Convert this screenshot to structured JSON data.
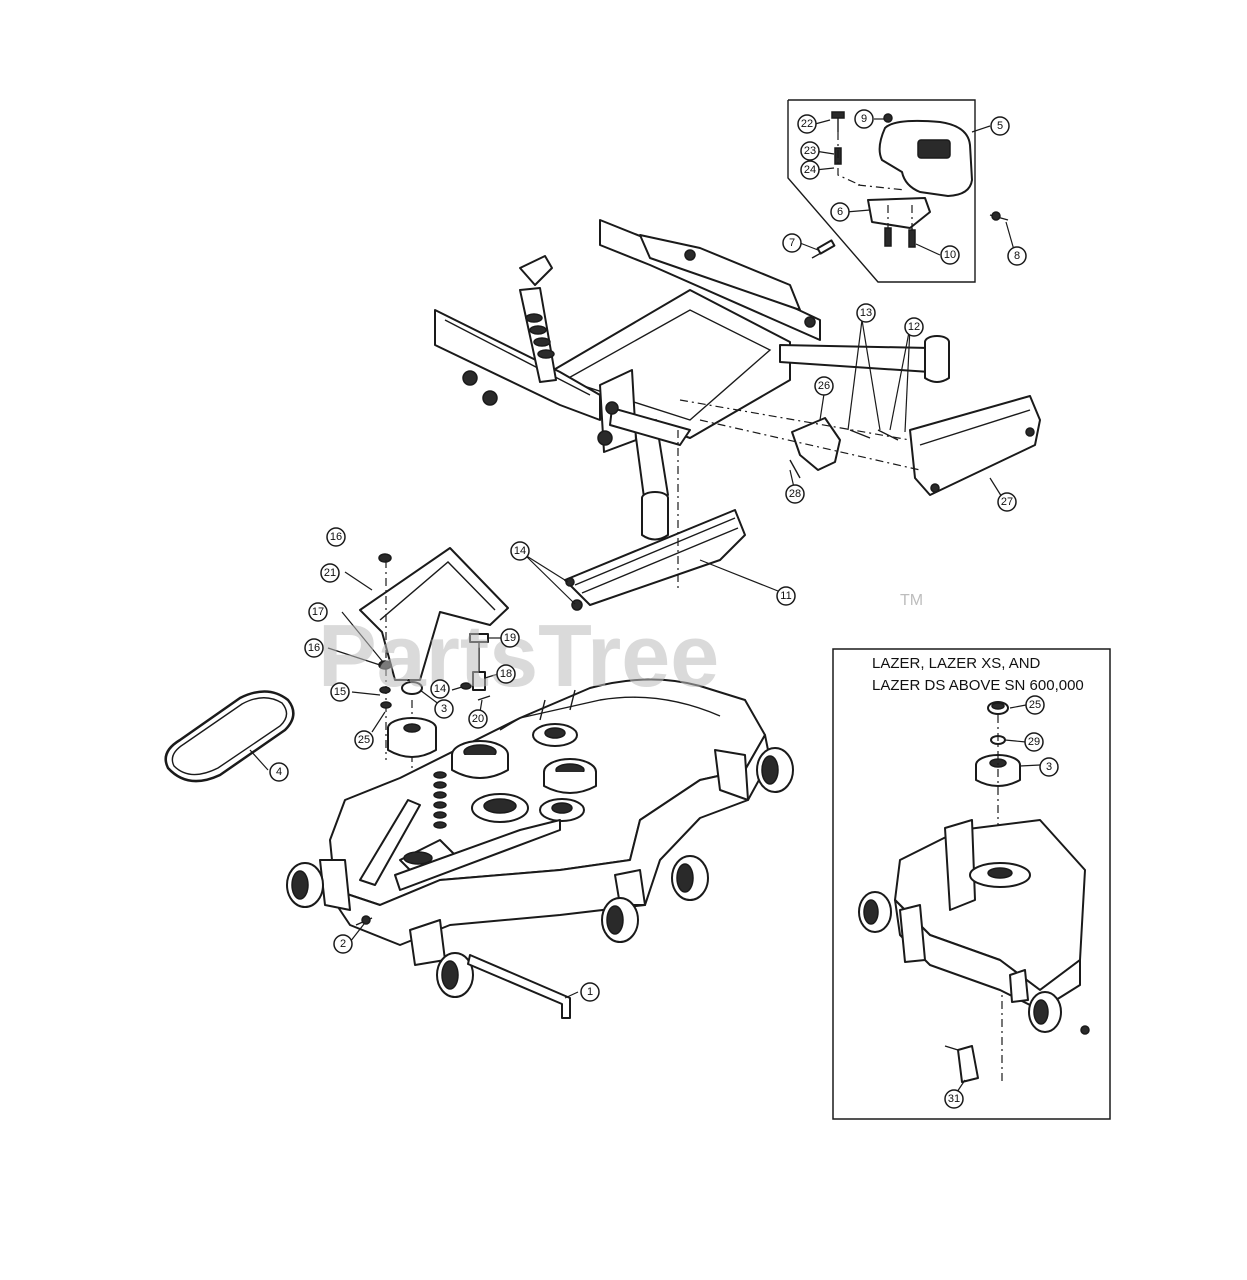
{
  "watermark": {
    "brand": "PartsTree",
    "tm": "TM"
  },
  "inset": {
    "line1": "LAZER, LAZER XS, AND",
    "line2": "LAZER DS ABOVE SN 600,000"
  },
  "callouts": [
    "1",
    "2",
    "3",
    "4",
    "5",
    "6",
    "7",
    "8",
    "9",
    "10",
    "11",
    "12",
    "13",
    "14",
    "15",
    "16",
    "17",
    "18",
    "19",
    "20",
    "21",
    "22",
    "23",
    "24",
    "25",
    "26",
    "27",
    "28",
    "29",
    "31"
  ]
}
